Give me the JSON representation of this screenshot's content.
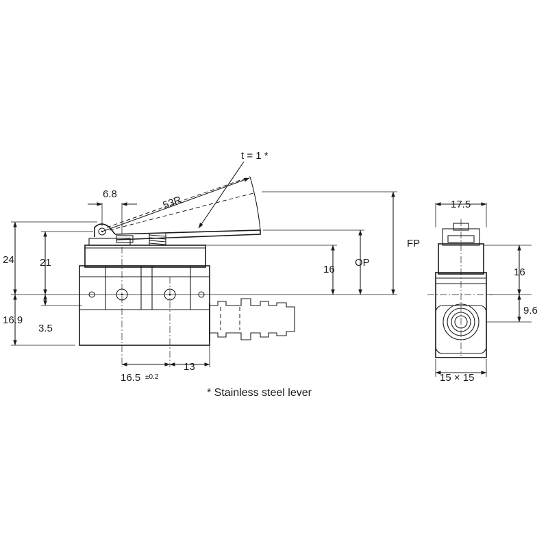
{
  "side_view": {
    "lever_thickness": "t = 1 *",
    "lever_radius": "53R",
    "roller_offset": "6.8",
    "height_total": "24",
    "height_lever": "21",
    "depth_below": "16.9",
    "hole_offset": "3.5",
    "op_value": "16",
    "op_label": "OP",
    "fp_label": "FP",
    "hole_pitch": "16.5",
    "hole_pitch_tolerance": "±0.2",
    "hole_to_conduit": "13"
  },
  "front_view": {
    "width": "17.5",
    "height_upper": "16",
    "height_lower": "9.6",
    "conduit_size": "15 × 15"
  },
  "footnote": "* Stainless steel lever"
}
